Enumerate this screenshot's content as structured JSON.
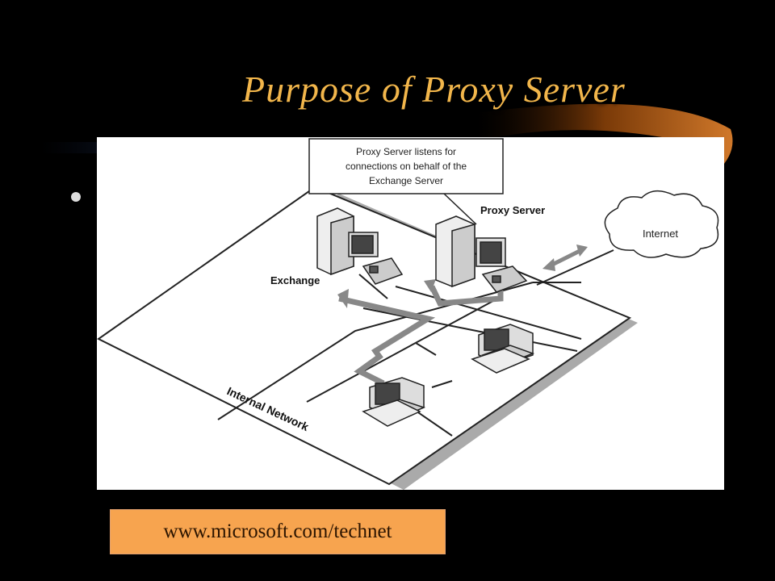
{
  "slide": {
    "title": "Purpose of Proxy Server",
    "source_link": "www.microsoft.com/technet"
  },
  "diagram": {
    "callout": [
      "Proxy Server listens for",
      "connections on behalf of the",
      "Exchange Server"
    ],
    "proxy_label": "Proxy Server",
    "exchange_label": "Exchange",
    "internet_label": "Internet",
    "network_label": "Internal Network"
  },
  "colors": {
    "background": "#000000",
    "title": "#f2b64b",
    "source_box": "#f7a44f",
    "flow_arrow": "#8a8a8a"
  }
}
